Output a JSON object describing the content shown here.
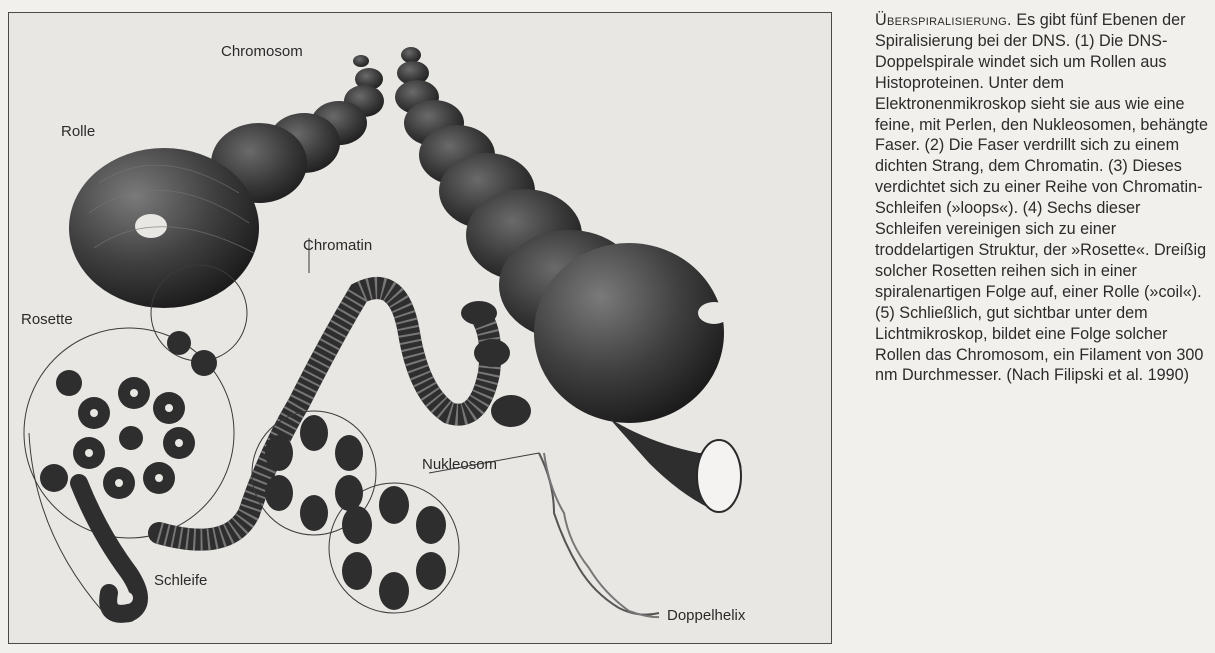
{
  "labels": {
    "chromosom": "Chromosom",
    "rolle": "Rolle",
    "chromatin": "Chromatin",
    "rosette": "Rosette",
    "nukleosom": "Nukleosom",
    "schleife": "Schleife",
    "doppelhelix": "Doppelhelix"
  },
  "caption": {
    "lead": "Überspiralisierung.",
    "body": "Es gibt fünf Ebenen der Spiralisierung bei der DNS. (1) Die DNS-Doppelspirale windet sich um Rollen aus Histoproteinen. Unter dem Elektronenmikroskop sieht sie aus wie eine feine, mit Perlen, den Nukleosomen, behängte Faser. (2) Die Faser verdrillt sich zu einem dichten Strang, dem Chromatin. (3) Dieses verdichtet sich zu einer Reihe von Chromatin-Schleifen (»loops«). (4) Sechs dieser Schleifen vereinigen sich zu einer troddelartigen Struktur, der »Rosette«. Dreißig solcher Rosetten reihen sich in einer spiralenartigen Folge auf, einer Rolle (»coil«). (5) Schließlich, gut sichtbar unter dem Lichtmikroskop, bildet eine Folge solcher Rollen das Chromosom, ein Filament von 300 nm Durchmesser. (Nach Filipski et al. 1990)"
  },
  "colors": {
    "panel_bg": "#e9e7e3",
    "structure_dark": "#2e2e2e",
    "structure_mid": "#5a5a5a",
    "outline": "#3a3a3a"
  }
}
